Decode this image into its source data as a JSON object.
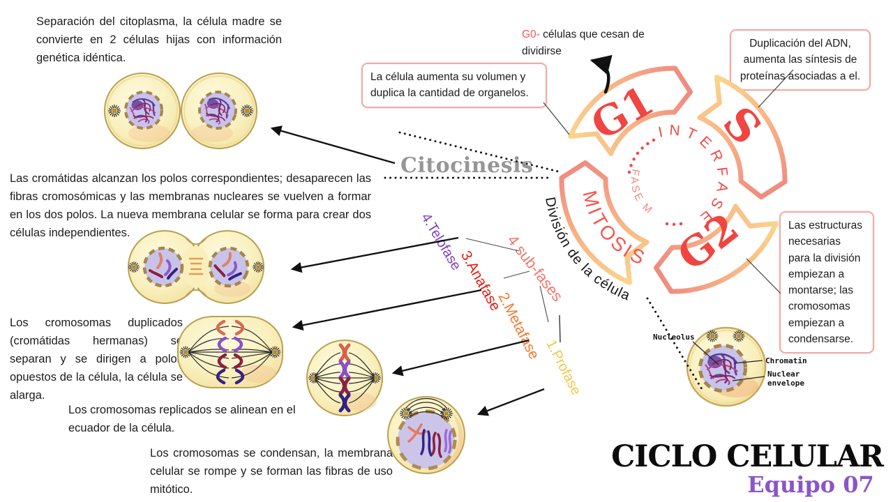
{
  "descriptions": {
    "citocinesis": "Separación del citoplasma, la célula madre se convierte en 2 células hijas con información genética idéntica.",
    "telofase": "Las cromátidas alcanzan los polos correspondientes; desaparecen las fibras cromosómicas  y las membranas nucleares se vuelven a formar en los dos polos. La nueva membrana celular se forma para crear dos células independientes.",
    "anafase": "Los cromosomas duplicados (cromátidas hermanas) se separan y se dirigen a polos opuestos de la célula, la célula se alarga.",
    "metafase": "Los cromosomas replicados se alinean en el ecuador de la célula.",
    "profase": "Los cromosomas se condensan, la membrana celular se rompe y se forman las fibras de uso mitótico."
  },
  "cycle": {
    "g1": "G1",
    "s": "S",
    "g2": "G2",
    "mitosis": "MITOSIS",
    "interfase": "INTERFASE",
    "fase_m": "FASE M",
    "division": "División de la célula",
    "g0_label": "G0-",
    "g0_text": " células que cesan de dividirse"
  },
  "callouts": {
    "g1": "La célula aumenta su volumen y duplica la cantidad de organelos.",
    "s": "Duplicación del ADN, aumenta las síntesis de proteínas asociadas a el.",
    "g2": "Las estructuras necesarias para  la división empiezan a montarse; las cromosomas empiezan a condensarse."
  },
  "phases": {
    "citocinesis": "Citocinesis",
    "subfases": "4 sub-fases",
    "profase": "1.Profase",
    "metafase": "2.Metafase",
    "anafase": "3.Anafase",
    "telofase": "4.Telofase"
  },
  "cell_diagram": {
    "nucleolus": "Nucleolus",
    "chromatin": "Chromatin",
    "nuclear_envelope": "Nuclear envelope"
  },
  "footer": {
    "title": "CICLO CELULAR",
    "team": "Equipo 07"
  },
  "colors": {
    "ring_yellow": "#FBD48C",
    "ring_salmon": "#EF8B7F",
    "phase_red_letters": "#F04540",
    "telofase": "#8040C0",
    "anafase": "#EA1A10",
    "metafase": "#F4792F",
    "profase": "#F2C64A",
    "subfases": "#F4766B",
    "g0": "#F4564E",
    "box_border": "#F3A9A4",
    "citocinesis_gray": "#969696",
    "team_purple": "#8A55C8"
  }
}
